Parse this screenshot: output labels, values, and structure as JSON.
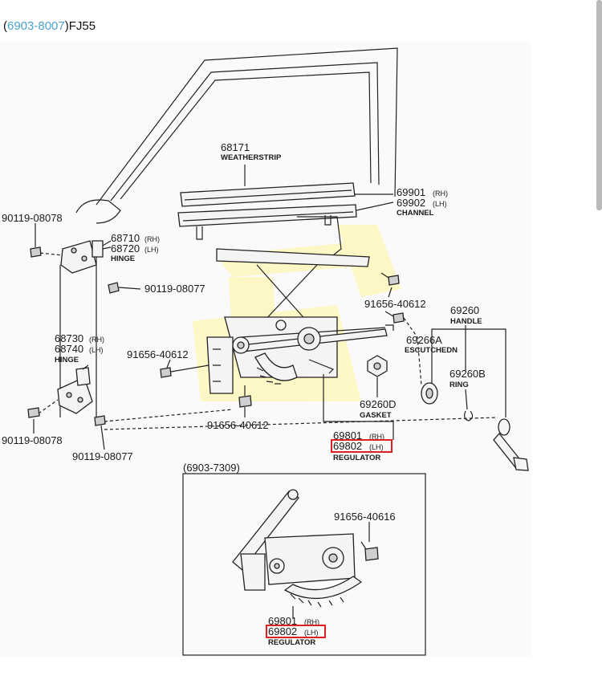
{
  "header": {
    "link": "6903-8007",
    "open_paren": "(",
    "close_suffix": ")FJ55"
  },
  "parts": {
    "weatherstrip_num": "68171",
    "weatherstrip_name": "WEATHERSTRIP",
    "channel_rh": "69901",
    "channel_lh": "69902",
    "channel_name": "CHANNEL",
    "bolt_top_left": "90119-08078",
    "hinge_upper_rh": "68710",
    "hinge_upper_lh": "68720",
    "hinge_upper_name": "HINGE",
    "bolt_mid": "90119-08077",
    "hinge_lower_rh": "68730",
    "hinge_lower_lh": "68740",
    "hinge_lower_name": "HINGE",
    "bolt_reg_upper": "91656-40612",
    "bolt_reg_left": "91656-40612",
    "bolt_reg_lower": "91656-40612",
    "handle_num": "69260",
    "handle_name": "HANDLE",
    "escutcheon_num": "69266A",
    "escutcheon_name": "ESCUTCHEDN",
    "ring_num": "69260B",
    "ring_name": "RING",
    "gasket_num": "69260D",
    "gasket_name": "GASKET",
    "regulator_rh": "69801",
    "regulator_lh": "69802",
    "regulator_name": "REGULATOR",
    "bolt_bottom_left": "90119-08078",
    "bolt_bottom_mid": "90119-08077",
    "rh_tag": "(RH)",
    "lh_tag": "(LH)"
  },
  "inset": {
    "title": "(6903-7309)",
    "bolt": "91656-40616",
    "regulator_rh": "69801",
    "regulator_lh": "69802",
    "regulator_name": "REGULATOR",
    "rh_tag": "(RH)",
    "lh_tag": "(LH)"
  },
  "colors": {
    "highlight_box": "#e02020",
    "link": "#4aa3c9",
    "watermark": "#fff59a"
  }
}
